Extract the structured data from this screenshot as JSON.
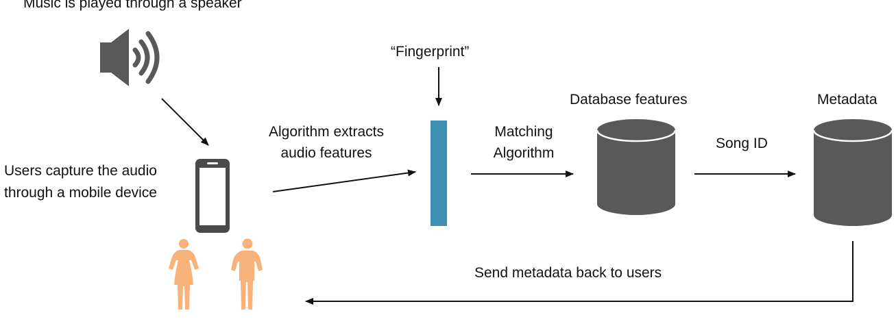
{
  "labels": {
    "speaker_caption": "Music is played through a speaker",
    "users_capture_line1": "Users capture the audio",
    "users_capture_line2": "through a mobile device",
    "algorithm_line1": "Algorithm extracts",
    "algorithm_line2": "audio features",
    "fingerprint": "“Fingerprint”",
    "matching_line1": "Matching",
    "matching_line2": "Algorithm",
    "database_features": "Database features",
    "song_id": "Song ID",
    "metadata": "Metadata",
    "send_back": "Send metadata back to users"
  },
  "colors": {
    "fingerprint_bar": "#3f8fb5",
    "database": "#595959",
    "speaker": "#595959",
    "phone": "#4a4a4a",
    "people": "#f9b37a",
    "arrow": "#111111"
  },
  "icons": [
    "speaker-icon",
    "mobile-phone-icon",
    "woman-icon",
    "man-icon",
    "database-icon"
  ]
}
